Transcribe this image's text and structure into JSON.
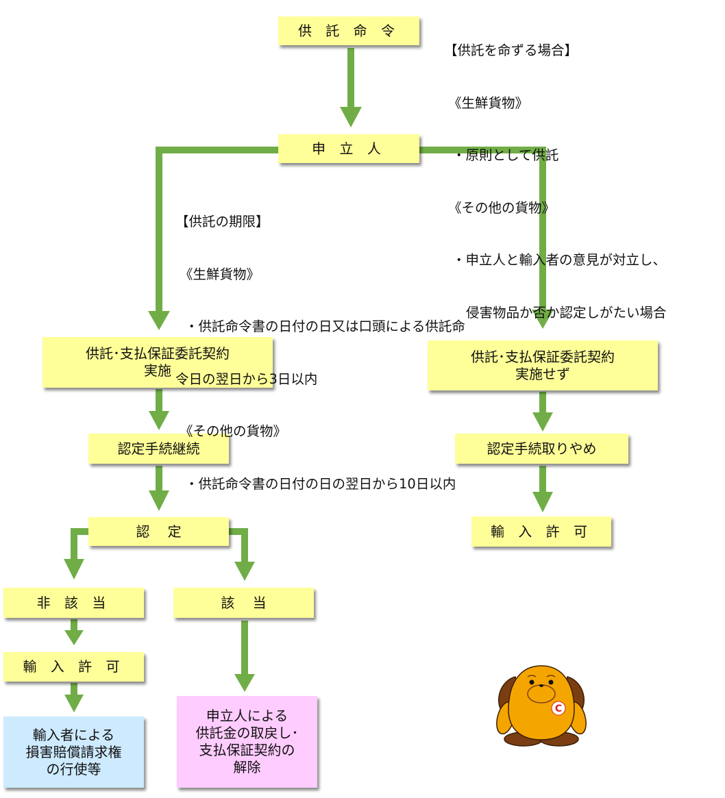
{
  "colors": {
    "box_yellow": "#ffff99",
    "box_blue": "#cdeaff",
    "box_pink": "#ffccff",
    "arrow_green": "#70ad47"
  },
  "nodes": {
    "deposit_order": "供 託 命 令",
    "applicant": "申 立 人",
    "deposit_done_line1": "供託･支払保証委託契約",
    "deposit_done_line2": "実施",
    "deposit_not_done_line1": "供託･支払保証委託契約",
    "deposit_not_done_line2": "実施せず",
    "procedure_continue": "認定手続継続",
    "procedure_cancel": "認定手続取りやめ",
    "determination": "認　 定",
    "not_applicable": "非 該 当",
    "applicable": "該　 当",
    "import_permit_left": "輸 入 許 可",
    "import_permit_right": "輸 入 許 可",
    "importer_damages_line1": "輸入者による",
    "importer_damages_line2": "損害賠償請求権",
    "importer_damages_line3": "の行使等",
    "applicant_refund_line1": "申立人による",
    "applicant_refund_line2": "供託金の取戻し･",
    "applicant_refund_line3": "支払保証契約の",
    "applicant_refund_line4": "解除"
  },
  "notes": {
    "when_ordered": {
      "heading": "【供託を命ずる場合】",
      "fresh_label": "《生鮮貨物》",
      "fresh_item": "・原則として供託",
      "other_label": "《その他の貨物》",
      "other_item_line1": "・申立人と輸入者の意見が対立し、",
      "other_item_line2": "侵害物品か否か認定しがたい場合"
    },
    "deadline": {
      "heading": "【供託の期限】",
      "fresh_label": "《生鮮貨物》",
      "fresh_item_line1": "・供託命令書の日付の日又は口頭による供託命",
      "fresh_item_line2": "令日の翌日から3日以内",
      "other_label": "《その他の貨物》",
      "other_item": "・供託命令書の日付の日の翌日から10日以内"
    }
  },
  "mascot": {
    "icon": "dog-mascot-icon",
    "badge_letter": "C"
  }
}
